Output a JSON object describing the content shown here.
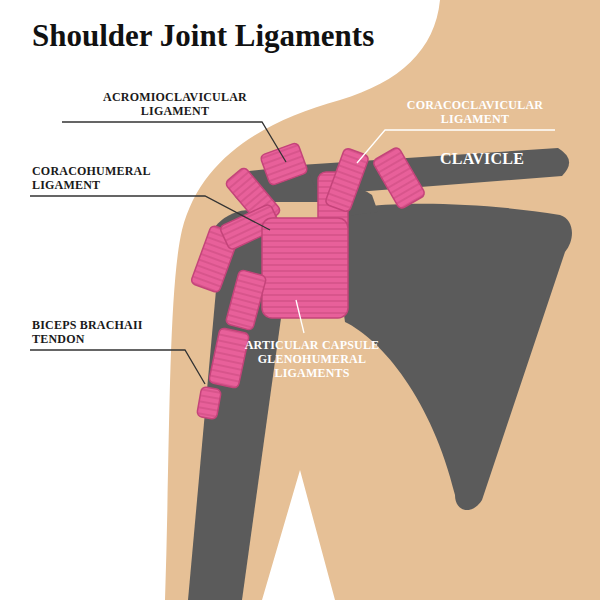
{
  "diagram": {
    "title": "Shoulder Joint Ligaments",
    "labels": [
      "ACROMIOCLAVICULAR LIGAMENT",
      "CORACOCLAVICULAR LIGAMENT",
      "CLAVICLE",
      "CORACOHUMERAL LIGAMENT",
      "BICEPS BRACHAII TENDON",
      "ARTICULAR CAPSULE GLENOHUMERAL LIGAMENTS"
    ]
  }
}
